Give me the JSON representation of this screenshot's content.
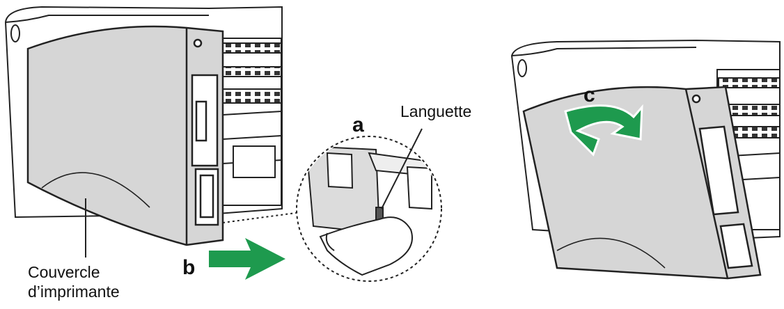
{
  "labels": {
    "step_a": "a",
    "step_b": "b",
    "step_c": "c",
    "tab": "Languette",
    "cover_line1": "Couvercle",
    "cover_line2": "d’imprimante"
  },
  "colors": {
    "arrow": "#1e9a4e",
    "panel": "#d6d6d6",
    "outline": "#222222"
  }
}
